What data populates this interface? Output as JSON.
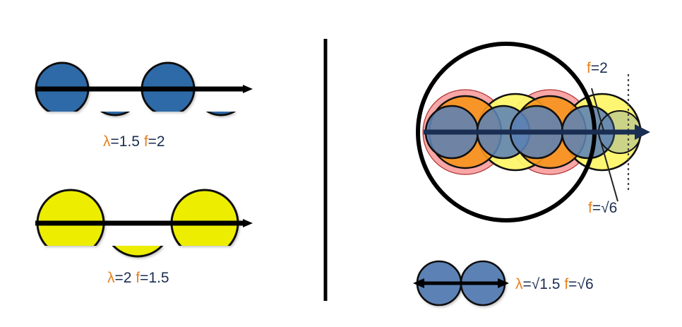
{
  "figure": {
    "title": "",
    "background_color": "#ffffff",
    "divider": {
      "name": "vertical-divider",
      "color": "#000000"
    }
  },
  "colors": {
    "wave_blue": "#2e6aa8",
    "wave_yellow": "#eded00",
    "circle_blue": "#5b82b5",
    "overlay_pink": "#f79a9a",
    "overlay_orange": "#f7941e",
    "overlay_yellow": "#fdf56a",
    "outline": "#000000",
    "label_symbol": "#e8821e",
    "label_value": "#1a2d52"
  },
  "left_panel": {
    "name": "left-panel",
    "waves": [
      {
        "name": "wave-blue",
        "fill": "#2e6aa8",
        "label": {
          "symbol_lambda": "λ",
          "lambda_value": "=1.5",
          "symbol_f": "f",
          "f_value": "=2",
          "full_text": "λ=1.5 f=2"
        },
        "arrow": true,
        "lobes": 4
      },
      {
        "name": "wave-yellow",
        "fill": "#eded00",
        "label": {
          "symbol_lambda": "λ",
          "lambda_value": "=2",
          "symbol_f": "f",
          "f_value": "=1.5",
          "full_text": "λ=2 f=1.5"
        },
        "arrow": true,
        "lobes": 3
      }
    ]
  },
  "right_panel": {
    "name": "right-panel",
    "main_diagram": {
      "name": "overlapping-circles-diagram",
      "outer_circle": {
        "name": "outer-black-circle",
        "stroke": "#000000"
      },
      "dotted_line": {
        "name": "dotted-reference-line",
        "stroke": "#444444"
      },
      "arrow": {
        "name": "propagation-arrow",
        "color": "#1a2d52"
      },
      "callouts": [
        {
          "name": "callout-f-2",
          "symbol": "f",
          "value": "=2",
          "full_text": "f=2",
          "position": "top-right"
        },
        {
          "name": "callout-f-sqrt6",
          "symbol": "f",
          "value": "=√6",
          "full_text": "f=√6",
          "position": "bottom-right"
        }
      ]
    },
    "legend": {
      "name": "two-circle-legend",
      "label": {
        "symbol_lambda": "λ",
        "lambda_value": "=√1.5",
        "symbol_f": "f",
        "f_value": "=√6",
        "full_text": "λ=√1.5 f=√6"
      },
      "circle_count": 2,
      "arrow": {
        "name": "double-headed-arrow",
        "color": "#000000"
      }
    }
  }
}
